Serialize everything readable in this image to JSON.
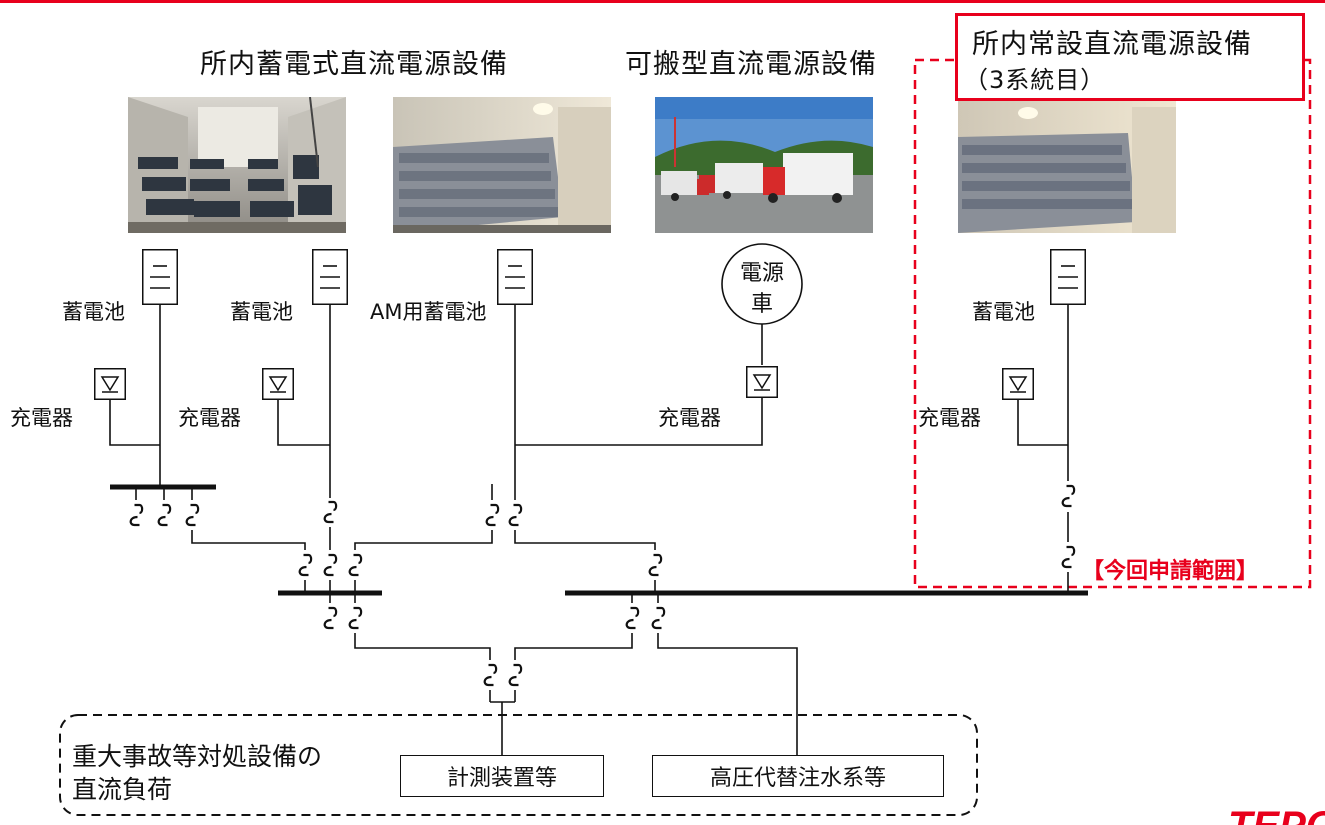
{
  "titles": {
    "onsite_battery": "所内蓄電式直流電源設備",
    "portable": "可搬型直流電源設備",
    "permanent_line1": "所内常設直流電源設備",
    "permanent_line2": "（3系統目）"
  },
  "labels": {
    "battery_1": "蓄電池",
    "battery_2": "蓄電池",
    "am_battery": "AM用蓄電池",
    "battery_3": "蓄電池",
    "power_vehicle_line1": "電源",
    "power_vehicle_line2": "車",
    "charger_1": "充電器",
    "charger_2": "充電器",
    "charger_3": "充電器",
    "charger_4": "充電器",
    "application_scope": "【今回申請範囲】"
  },
  "loads": {
    "group_line1": "重大事故等対処設備の",
    "group_line2": "直流負荷",
    "instrumentation": "計測装置等",
    "hp_water_injection": "高圧代替注水系等"
  },
  "colors": {
    "accent_red": "#e8001c",
    "line": "#111111",
    "footer_logo": "#e8001c"
  },
  "footer_logo_text": "TEPCO"
}
